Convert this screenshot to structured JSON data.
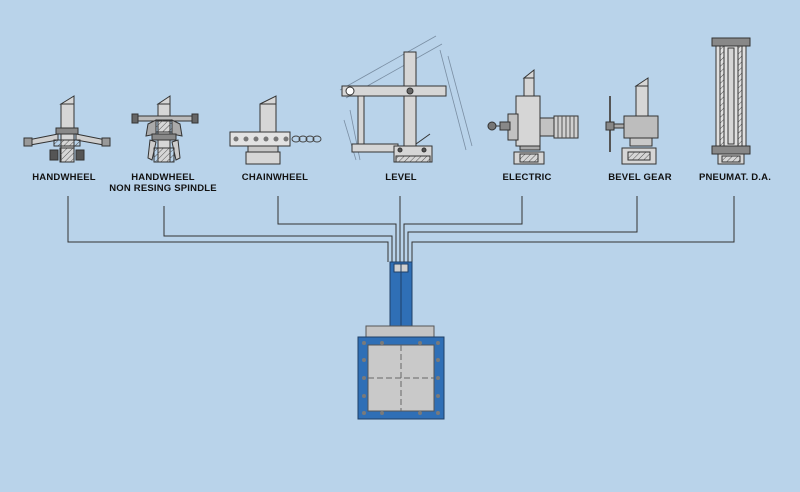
{
  "colors": {
    "background": "#b9d3ea",
    "valve_body": "#2f6fb6",
    "valve_face": "#c9c9c9",
    "part_fill": "#d6d6d6",
    "line": "#333333"
  },
  "actuators": [
    {
      "id": "handwheel",
      "label": "HANDWHEEL",
      "icon": "handwheel-icon"
    },
    {
      "id": "handwheel-nrs",
      "label": "HANDWHEEL",
      "label2": "NON RESING SPINDLE",
      "icon": "handwheel-non-rising-spindle-icon"
    },
    {
      "id": "chainwheel",
      "label": "CHAINWHEEL",
      "icon": "chainwheel-icon"
    },
    {
      "id": "level",
      "label": "LEVEL",
      "icon": "lever-icon"
    },
    {
      "id": "electric",
      "label": "ELECTRIC",
      "icon": "electric-actuator-icon"
    },
    {
      "id": "bevel",
      "label": "BEVEL GEAR",
      "icon": "bevel-gear-icon"
    },
    {
      "id": "pneumatic",
      "label": "PNEUMAT. D.A.",
      "icon": "pneumatic-cylinder-icon"
    }
  ],
  "valve": {
    "icon": "knife-gate-valve-icon"
  }
}
